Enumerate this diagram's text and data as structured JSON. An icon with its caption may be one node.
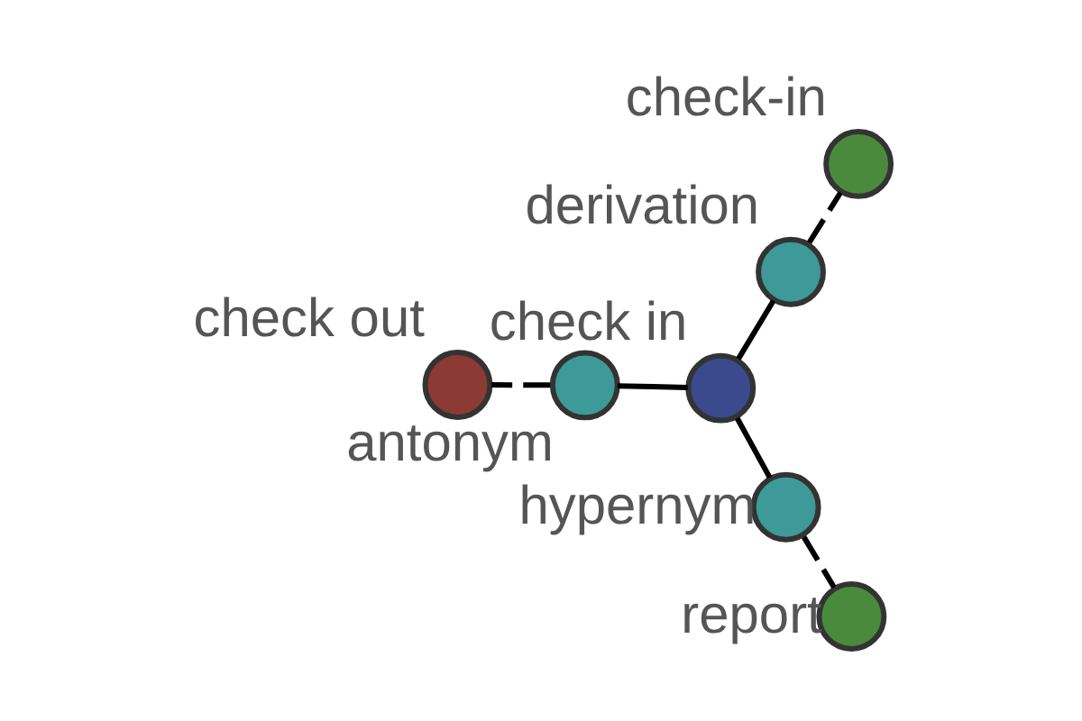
{
  "diagram": {
    "nodes": [
      {
        "text": [
          "check in"
        ]
      },
      {
        "text": [
          "derivation"
        ]
      },
      {
        "text": [
          "hypernym"
        ]
      },
      {
        "text": [
          "antonym"
        ]
      },
      {
        "text": [
          "check-in"
        ]
      },
      {
        "text": [
          "report"
        ]
      },
      {
        "text": [
          "check out"
        ]
      }
    ],
    "edges": [
      {
        "from": 0,
        "to": 1,
        "arrow": "none"
      },
      {
        "from": 0,
        "to": 2,
        "arrow": "none"
      },
      {
        "from": 0,
        "to": 3,
        "arrow": "none"
      },
      {
        "from": 1,
        "to": 4,
        "arrow": "none",
        "style": "dashed"
      },
      {
        "from": 2,
        "to": 5,
        "arrow": "none",
        "style": "dashed"
      },
      {
        "from": 3,
        "to": 6,
        "arrow": "none",
        "style": "dashed"
      }
    ]
  }
}
